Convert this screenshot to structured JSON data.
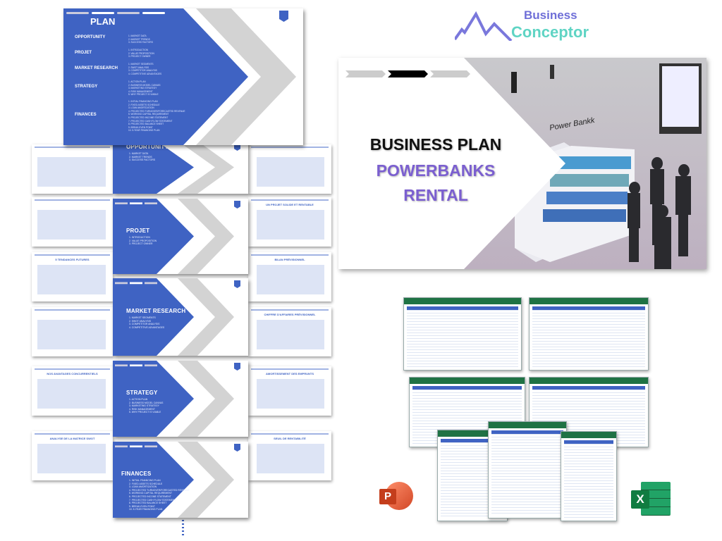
{
  "plan_slide": {
    "title": "PLAN",
    "sections": [
      {
        "label": "OPPORTUNITY",
        "items": [
          "1. MARKET DATA",
          "2. MARKET TRENDS",
          "3. SUCCESS FACTORS"
        ]
      },
      {
        "label": "PROJET",
        "items": [
          "1. INTRODUCTION",
          "2. VALUE PROPOSITION",
          "3. PROJECT OWNER"
        ]
      },
      {
        "label": "MARKET RESEARCH",
        "items": [
          "1. MARKET SEGMENTS",
          "2. SWOT ANALYSIS",
          "3. COMPETITOR ANALYSIS",
          "4. COMPETITIVE ADVANTAGES"
        ]
      },
      {
        "label": "STRATEGY",
        "items": [
          "1. ACTION PLAN",
          "2. BUSINESS MODEL CANVAS",
          "3. MARKETING STRATEGY",
          "4. RISK MANAGEMENT",
          "5. WHY PROJECT IS VIABLE"
        ]
      },
      {
        "label": "FINANCES",
        "items": [
          "1. INITIAL FINANCING PLAN",
          "2. FIXED ASSETS SCHEDULE",
          "3. LOAN AMORTIZATION",
          "4. PROJECTED TURNOVER/FORECASTED REVENUE",
          "5. WORKING CAPITAL REQUIREMENT",
          "6. PROJECTED INCOME STATEMENT",
          "7. PROJECTED CASH FLOW STATEMENT",
          "8. PROJECTED BALANCE SHEET",
          "9. BREAK-EVEN POINT",
          "10. 5-YEAR FINANCING PLAN"
        ]
      }
    ]
  },
  "background_slides": {
    "left": [
      "",
      "",
      "5 TENDANCES FUTURES",
      "",
      "NOS AVANTAGES CONCURRENTIELS",
      "ANALYSE DE LA MATRICE SWOT"
    ],
    "right": [
      "",
      "UN PROJET SOLIDE ET RENTABLE",
      "BILAN PRÉVISIONNEL",
      "CHIFFRE D'AFFAIRES PRÉVISIONNEL",
      "AMORTISSEMENT DES EMPRUNTS",
      "SEUIL DE RENTABILITÉ"
    ]
  },
  "logo": {
    "line1": "Business",
    "line2": "Conceptor",
    "colors": {
      "line1": "#6f6fd8",
      "line2": "#5fd4c4",
      "mountain": "#7a78dc"
    }
  },
  "hero": {
    "title": "BUSINESS PLAN",
    "subtitle_line1": "POWERBANKS",
    "subtitle_line2": "RENTAL",
    "kiosk_sign": "Power Bankk",
    "subtitle_color": "#7b5fd0"
  },
  "app_icons": {
    "powerpoint": "P",
    "excel": "X"
  },
  "colors": {
    "slide_blue": "#3f63c3",
    "chevron_gray": "#d3d3d3",
    "excel_green": "#1f7244",
    "ppt_orange": "#d24726"
  }
}
